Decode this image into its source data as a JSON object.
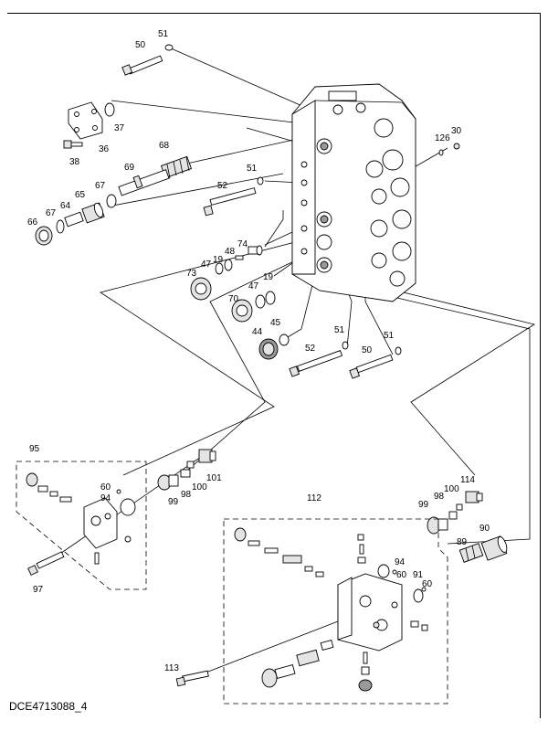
{
  "drawing": {
    "code": "DCE4713088_4",
    "labels": {
      "p50a": "50",
      "p51a": "51",
      "p37": "37",
      "p36": "36",
      "p38": "38",
      "p126": "126",
      "p30": "30",
      "p68": "68",
      "p69": "69",
      "p67a": "67",
      "p65": "65",
      "p64": "64",
      "p67b": "67",
      "p66": "66",
      "p52a": "52",
      "p51b": "51",
      "p74": "74",
      "p47a": "47",
      "p19a": "19",
      "p48": "48",
      "p73": "73",
      "p47b": "47",
      "p19b": "19",
      "p70": "70",
      "p44": "44",
      "p45": "45",
      "p51c": "51",
      "p52b": "52",
      "p51d": "51",
      "p50b": "50",
      "p95": "95",
      "p60a": "60",
      "p94a": "94",
      "p97": "97",
      "p99a": "99",
      "p98a": "98",
      "p100a": "100",
      "p101": "101",
      "p112": "112",
      "p99b": "99",
      "p98b": "98",
      "p100b": "100",
      "p114": "114",
      "p89": "89",
      "p90": "90",
      "p94b": "94",
      "p60b": "60",
      "p91": "91",
      "p60c": "60",
      "p113": "113"
    }
  }
}
